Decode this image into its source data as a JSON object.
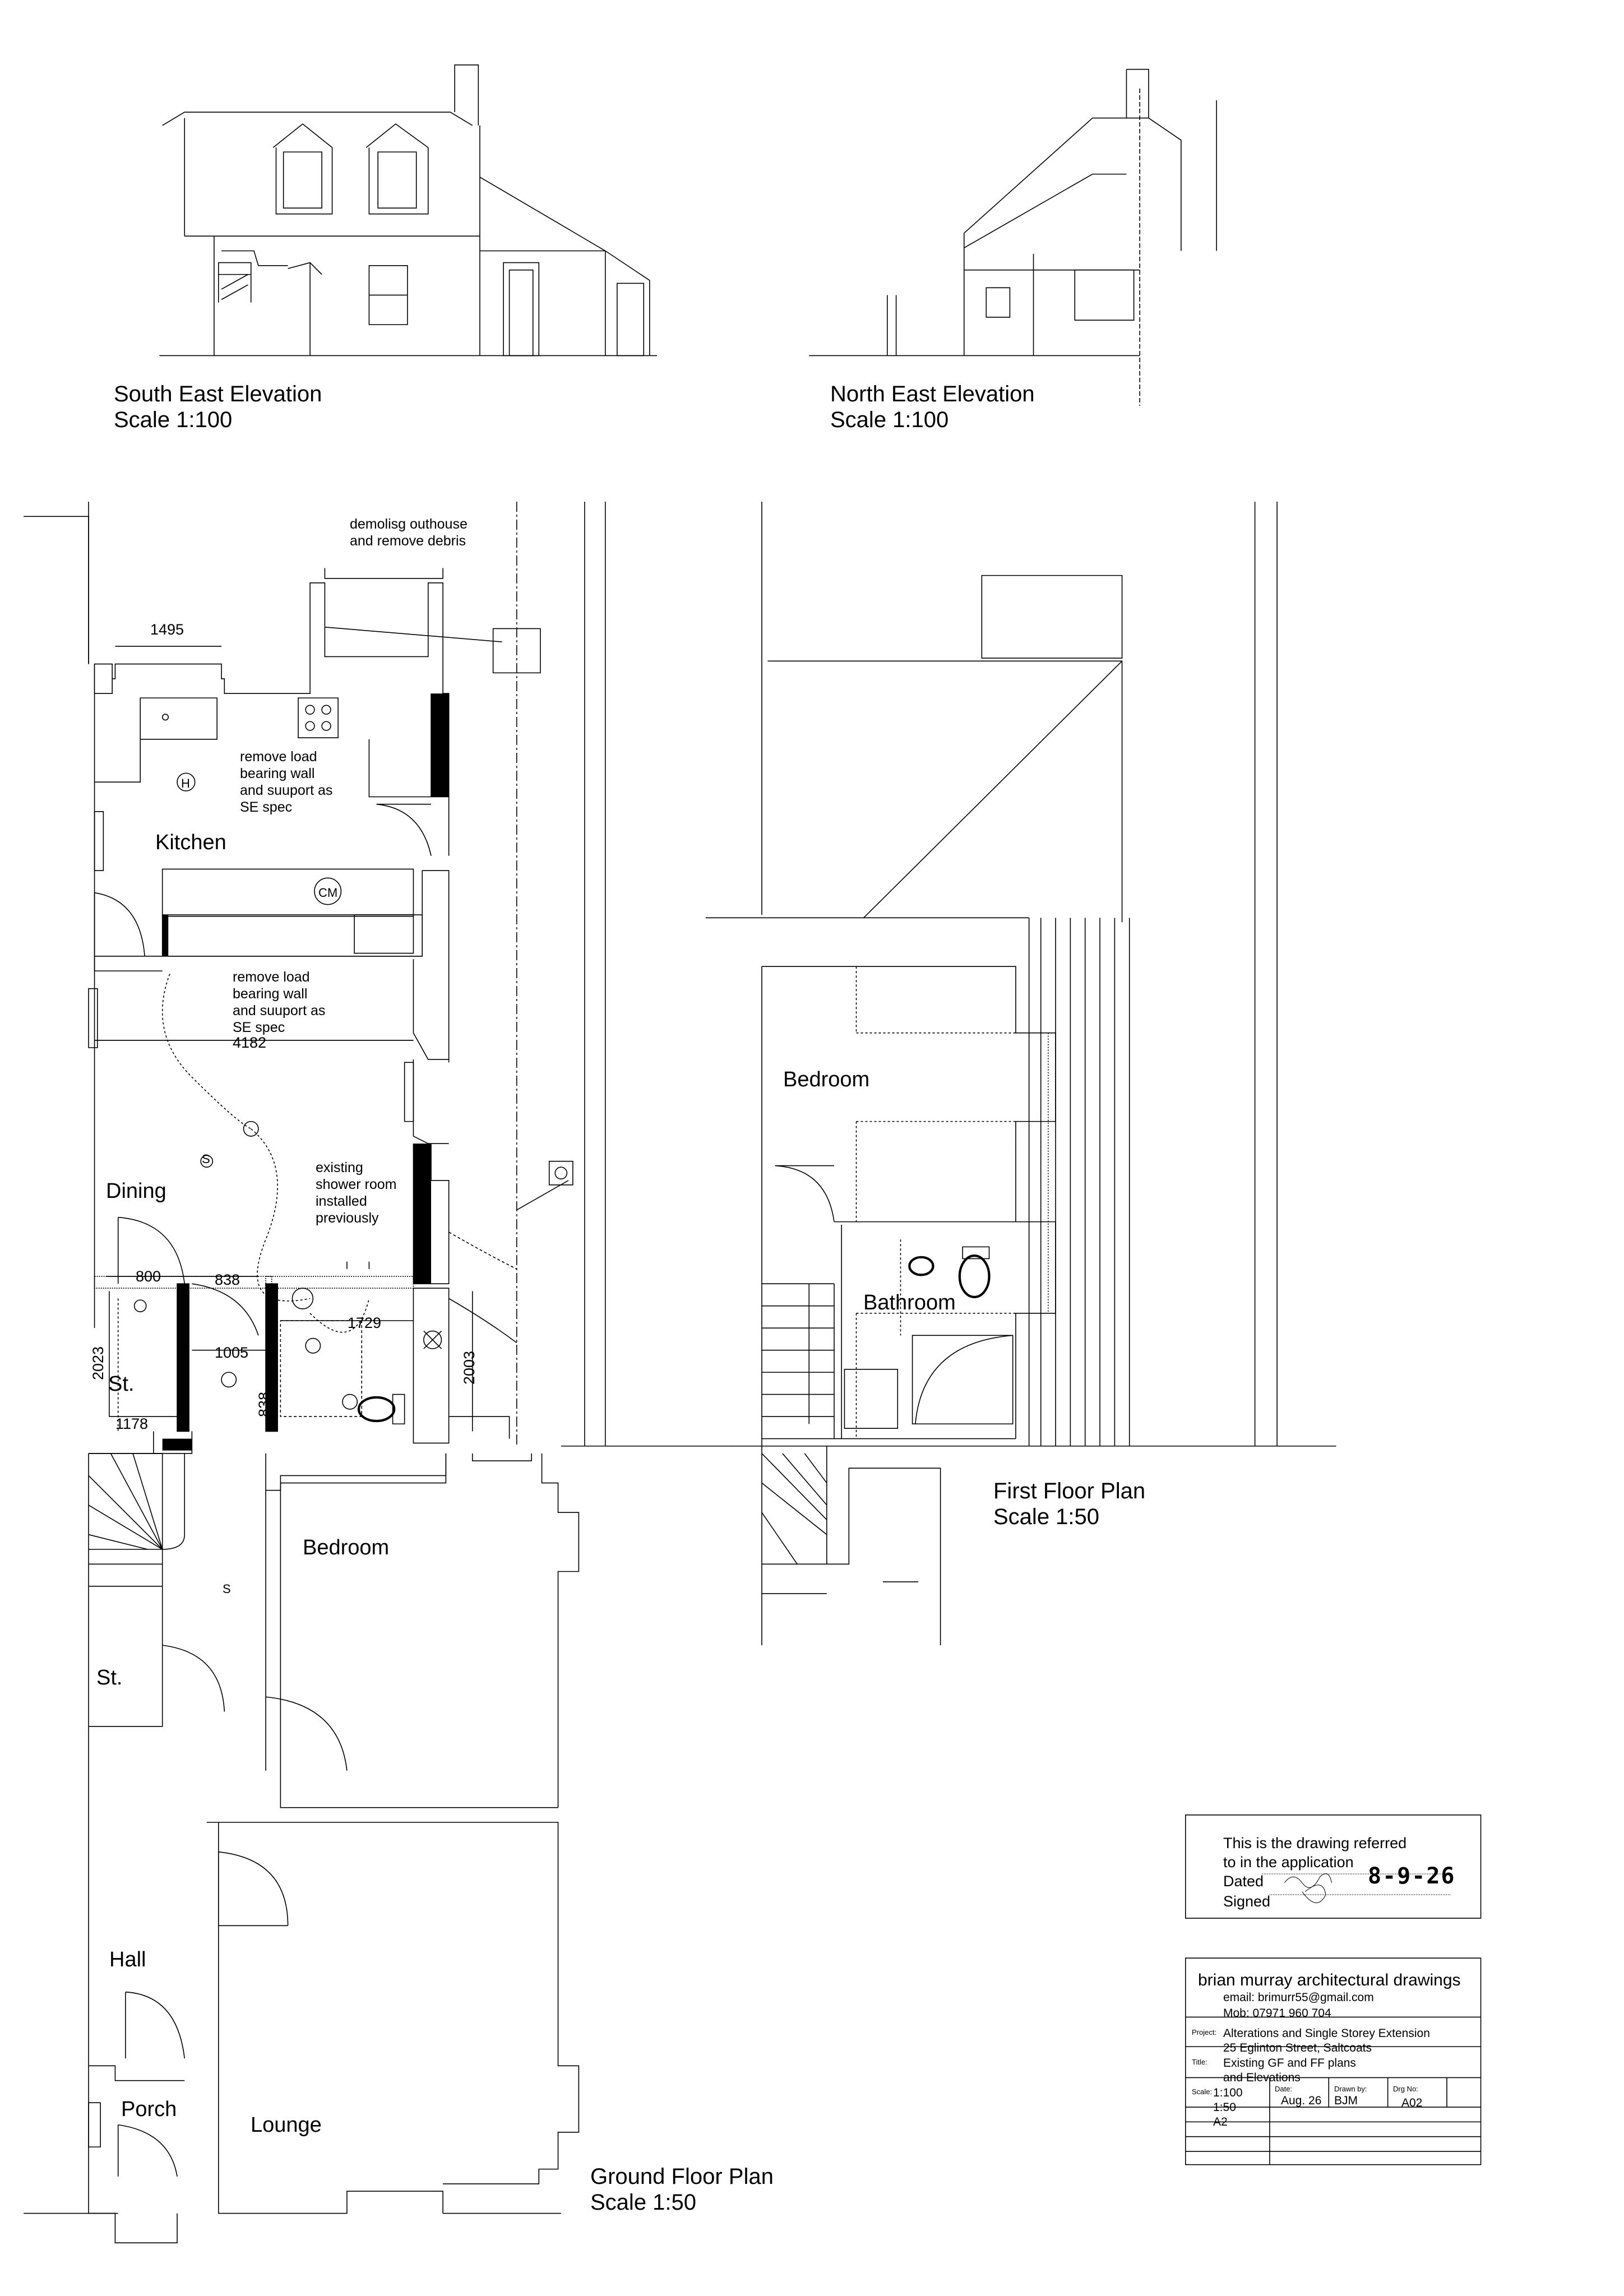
{
  "titles": {
    "south_east_elevation": "South East Elevation",
    "south_east_scale": "Scale 1:100",
    "north_east_elevation": "North East Elevation",
    "north_east_scale": "Scale 1:100",
    "ground_floor_plan": "Ground Floor Plan",
    "ground_floor_scale": "Scale 1:50",
    "first_floor_plan": "First Floor Plan",
    "first_floor_scale": "Scale 1:50"
  },
  "ground_floor": {
    "rooms": {
      "kitchen": "Kitchen",
      "dining": "Dining",
      "store_upper": "St.",
      "bedroom": "Bedroom",
      "store_lower": "St.",
      "hall": "Hall",
      "porch": "Porch",
      "lounge": "Lounge"
    },
    "notes": {
      "demolish_line1": "demolisg outhouse",
      "demolish_line2": "and remove debris",
      "kitchen_wall_1": "remove load",
      "kitchen_wall_2": "bearing wall",
      "kitchen_wall_3": "and suuport as",
      "kitchen_wall_4": "SE spec",
      "dining_wall_1": "remove load",
      "dining_wall_2": "bearing wall",
      "dining_wall_3": "and suuport as",
      "dining_wall_4": "SE spec",
      "shower_1": "existing",
      "shower_2": "shower room",
      "shower_3": "installed",
      "shower_4": "previously"
    },
    "dimensions": {
      "d1495": "1495",
      "d4182": "4182",
      "d800": "800",
      "d838_h": "838",
      "d1729": "1729",
      "d1005": "1005",
      "d2023": "2023",
      "d1178": "1178",
      "d838_v": "838",
      "d2003": "2003"
    },
    "symbols": {
      "cooker_hood": "H",
      "combi_boiler": "CM",
      "smoke_1": "S",
      "smoke_2": "S"
    }
  },
  "first_floor": {
    "rooms": {
      "bedroom": "Bedroom",
      "bathroom": "Bathroom"
    }
  },
  "certificate": {
    "line1": "This is the drawing referred",
    "line2": "to in the application",
    "dated_label": "Dated",
    "dated_value": "8-9-26",
    "signed_label": "Signed"
  },
  "title_block": {
    "company": "brian murray architectural drawings",
    "email": "email: brimurr55@gmail.com",
    "mobile": "Mob: 07971 960 704",
    "project_label": "Project:",
    "project_line1": "Alterations and Single Storey Extension",
    "project_line2": "25 Eglinton Street, Saltcoats",
    "title_label": "Title:",
    "title_line1": "Existing GF and FF plans",
    "title_line2": "and Elevations",
    "scale_label": "Scale:",
    "scale_value1": "1:100",
    "scale_value2": "1:50",
    "paper_size": "A2",
    "date_label": "Date:",
    "date_value": "Aug. 26",
    "drawn_label": "Drawn by:",
    "drawn_value": "BJM",
    "dwg_label": "Drg No:",
    "dwg_value": "A02"
  }
}
